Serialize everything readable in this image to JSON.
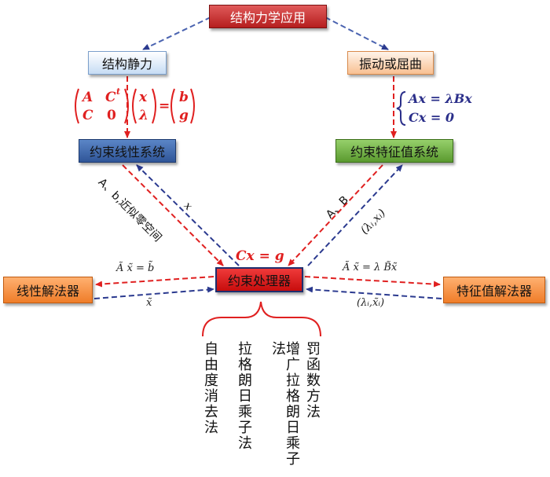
{
  "boxes": {
    "app": "结构力学应用",
    "static": "结构静力",
    "vibration": "振动或屈曲",
    "linear_system": "约束线性系统",
    "eigen_system": "约束特征值系统",
    "processor": "约束处理器",
    "linear_solver": "线性解法器",
    "eigen_solver": "特征值解法器"
  },
  "labels": {
    "matrix_eq": {
      "A": "A",
      "Ct": "C",
      "t": "t",
      "C": "C",
      "zero": "0",
      "x": "x",
      "lambda": "λ",
      "eq": "=",
      "b": "b",
      "g": "g"
    },
    "eigen_eq_1": "Ax = λBx",
    "eigen_eq_2": "Cx = 0",
    "constraint": "Cx = g",
    "left_diag": "A、b,近似零空间",
    "left_x": "x",
    "right_ab": "A、B",
    "right_pair": "(λᵢ,xᵢ)",
    "lin_eq": "Ã x̃ = b̃",
    "lin_x": "x̃",
    "eig_eq": "Ã x̃ = λ B̃x̃",
    "eig_pair": "(λᵢ,x̃ᵢ)"
  },
  "methods": [
    "自由度消去法",
    "拉格朗日乘子法",
    "增广拉格朗日乘子法",
    "罚函数方法"
  ],
  "colors": {
    "red_arrow": "#e02020",
    "blue_arrow": "#2b3a8f",
    "brace": "#e02020"
  }
}
